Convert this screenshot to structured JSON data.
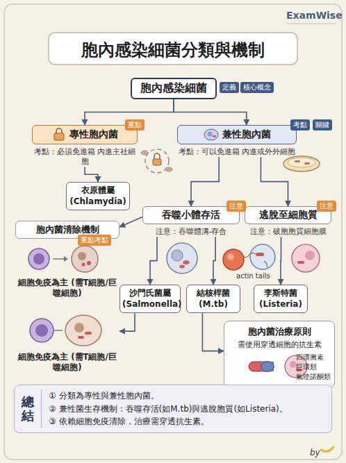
{
  "diagram": {
    "title": "胞內感染細菌分類與機制",
    "nodes": [
      {
        "text": [
          "胞內感染細菌"
        ]
      },
      {
        "text": [
          "專性胞內菌",
          "考點：必須免進箱 內進主社細胞"
        ]
      },
      {
        "text": [
          "兼性胞內菌",
          "考點：可以免進箱 內進或外外細胞"
        ]
      },
      {
        "text": [
          "衣原體屬 (Chlamydia)"
        ]
      },
      {
        "text": [
          "吞噬小體存活",
          "注意：吞噬體溝-存合"
        ]
      },
      {
        "text": [
          "逃脫至細胞質",
          "注意：破胞胞質細胞膜"
        ]
      },
      {
        "text": [
          "胞內菌清除機制",
          "細胞免疫為主 (需T細胞/巨噬細胞)"
        ]
      },
      {
        "text": [
          "沙門氏菌屬 (Salmonella)"
        ]
      },
      {
        "text": [
          "結核桿菌 (M.tb)"
        ]
      },
      {
        "text": [
          "李斯特菌 (Listeria)"
        ]
      },
      {
        "text": [
          "細胞免疫為主 (需T細胞/巨噬細胞)"
        ]
      },
      {
        "text": [
          "胞內菌治療原則",
          "需使用穿透細胞的抗生素"
        ]
      },
      {
        "text": [
          "總結",
          "① 分類為專性與兼性胞內菌。",
          "② 兼性菌生存機制：吞噬存活(如M.tb)與逃脫胞質(如Listeria)。",
          "③ 依賴細胞免疫清除，治療需穿透抗生素。"
        ]
      }
    ],
    "edges": [
      {
        "from": 0,
        "to": 1,
        "arrow": "to"
      },
      {
        "from": 0,
        "to": 2,
        "arrow": "to"
      },
      {
        "from": 1,
        "to": 3,
        "arrow": "to"
      },
      {
        "from": 2,
        "to": 4,
        "arrow": "to"
      },
      {
        "from": 2,
        "to": 5,
        "arrow": "to"
      },
      {
        "from": 4,
        "to": 6,
        "arrow": "to"
      },
      {
        "from": 4,
        "to": 7,
        "arrow": "to"
      },
      {
        "from": 4,
        "to": 8,
        "arrow": "to"
      },
      {
        "from": 5,
        "to": 9,
        "arrow": "to"
      },
      {
        "from": 7,
        "to": 10,
        "arrow": "to"
      },
      {
        "from": 8,
        "to": 11,
        "arrow": "to"
      }
    ],
    "labels": [
      "ExamWise",
      "定義",
      "核心概念",
      "重點",
      "考點",
      "關鍵",
      "注意",
      "注意",
      "重點考點",
      "actin tails",
      "四環黴素",
      "巨環類",
      "氟喹諾酮類",
      "by"
    ]
  }
}
